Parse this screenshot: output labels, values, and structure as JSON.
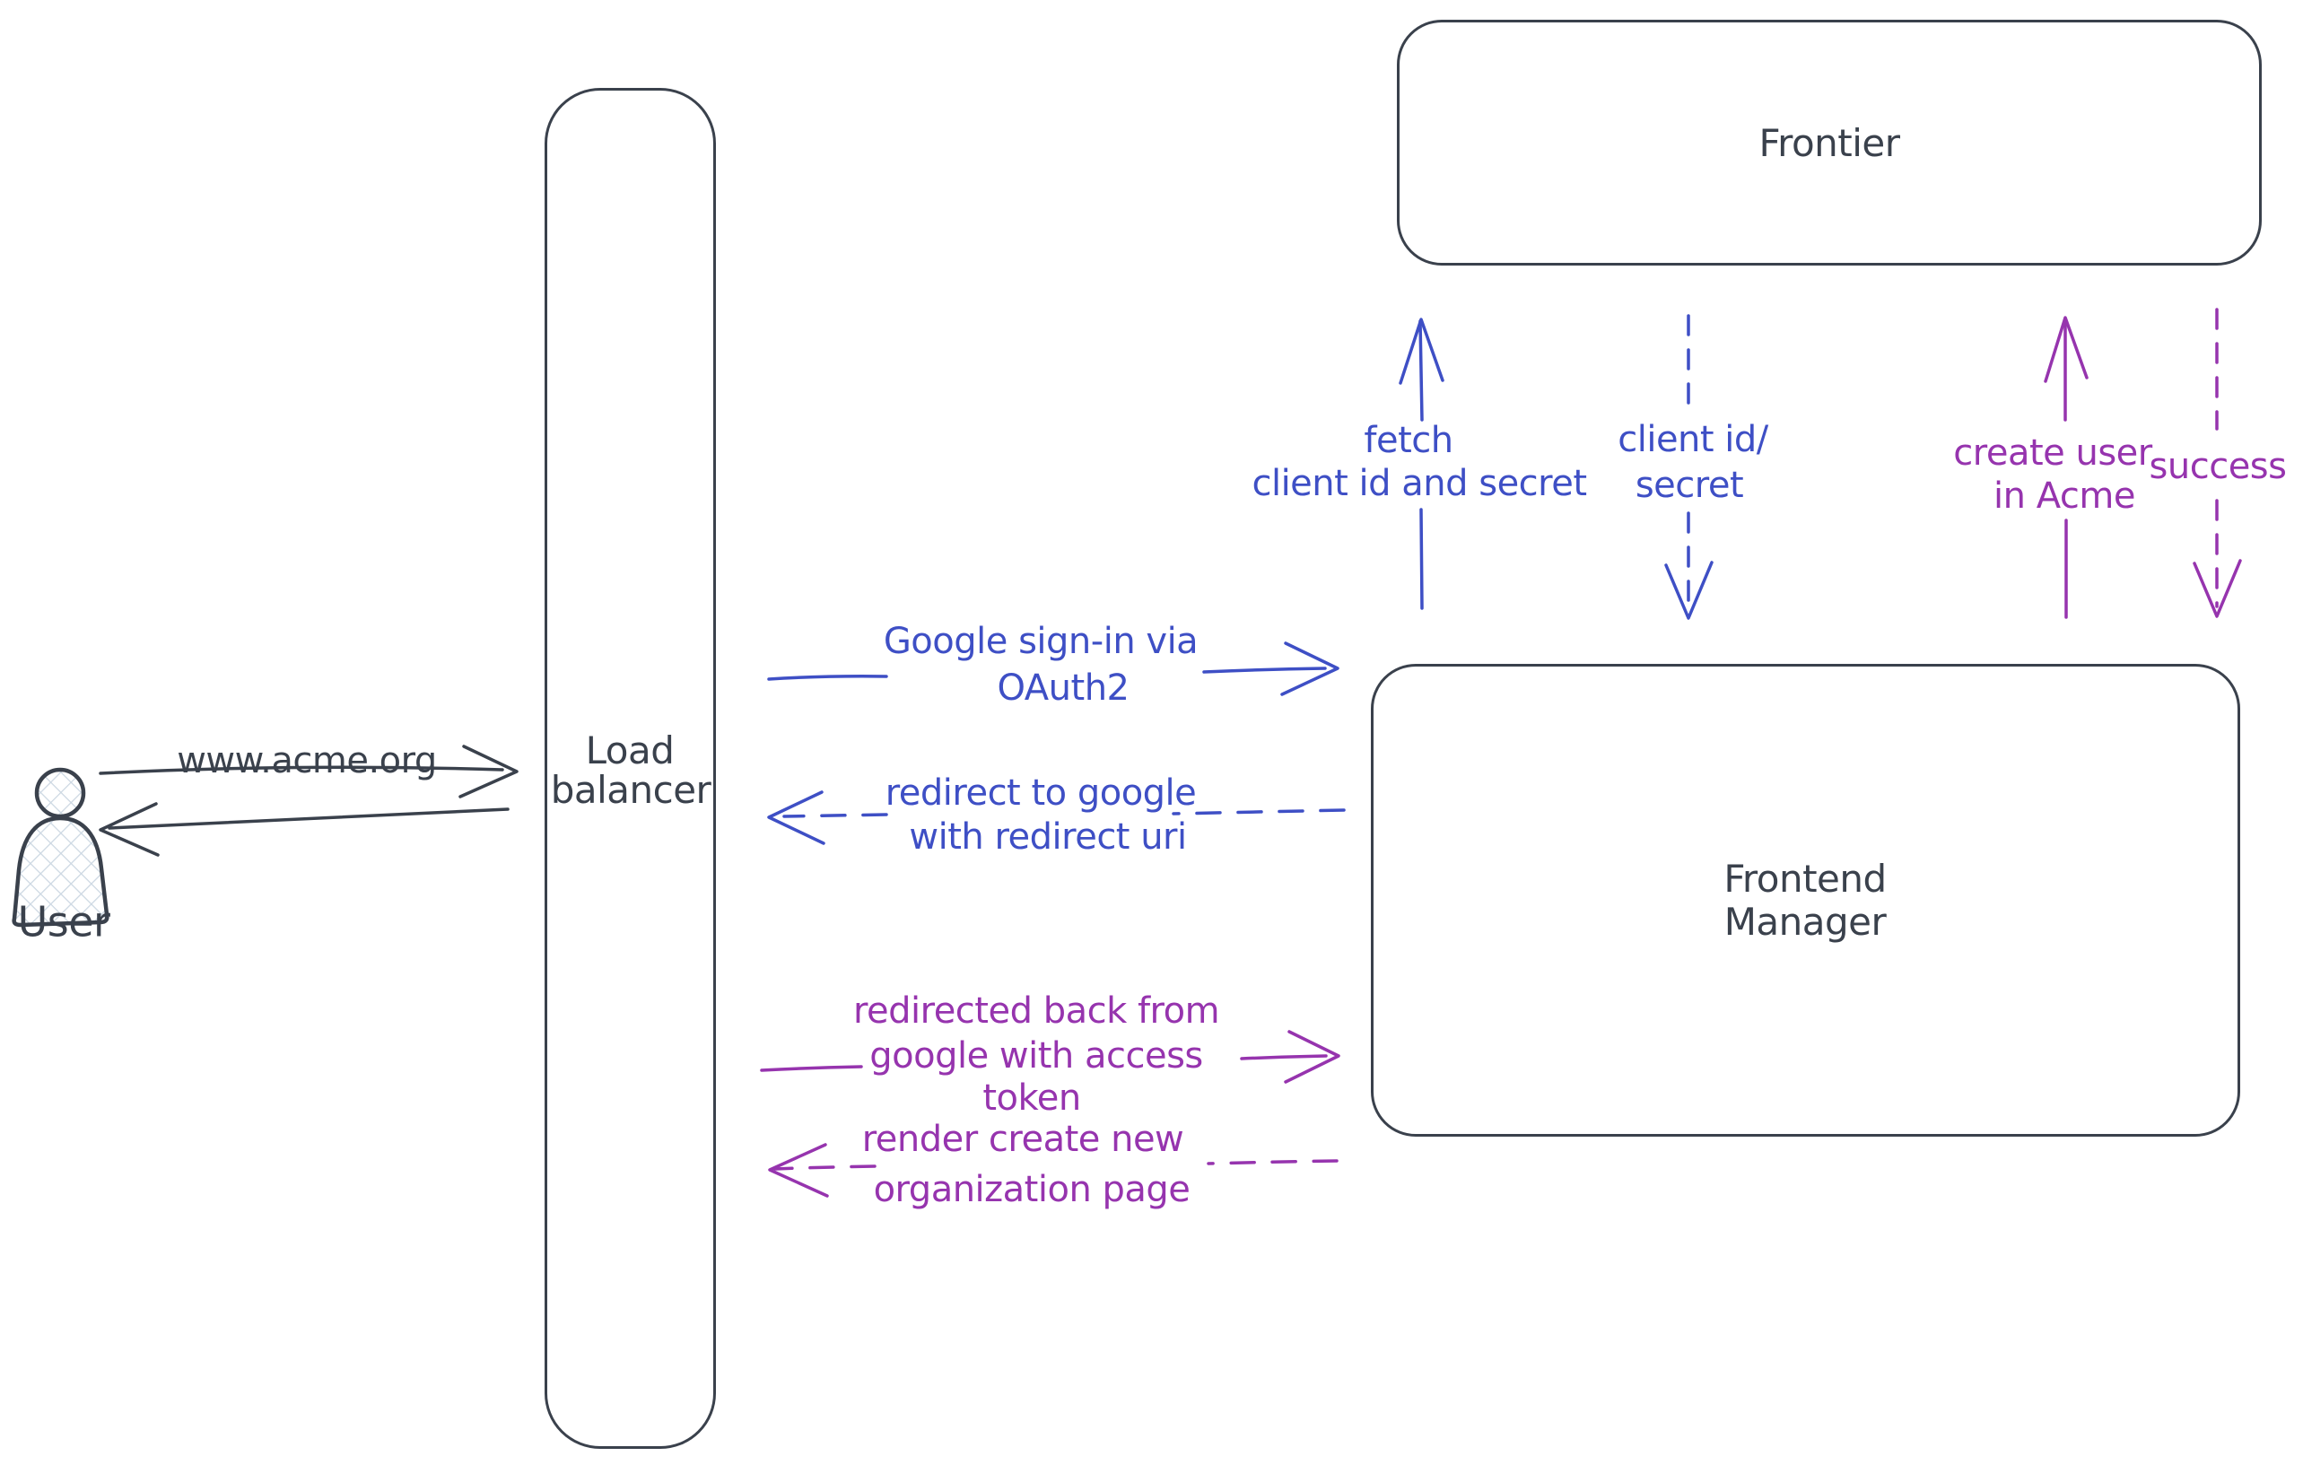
{
  "colors": {
    "ink": "#3a414c",
    "blue": "#3e4fc5",
    "purple": "#9634ae",
    "hatch": "#ccd7e2",
    "background": "#ffffff"
  },
  "nodes": {
    "user": {
      "label": "User",
      "type": "actor"
    },
    "load_balancer": {
      "label_line1": "Load",
      "label_line2": "balancer",
      "shape": "rounded-rectangle"
    },
    "frontier": {
      "label": "Frontier",
      "shape": "rounded-rectangle"
    },
    "frontend_manager": {
      "label_line1": "Frontend",
      "label_line2": "Manager",
      "shape": "rounded-rectangle"
    }
  },
  "edges": {
    "www_acme": {
      "label": "www.acme.org",
      "from": "user",
      "to": "load_balancer",
      "style": "solid",
      "color": "ink"
    },
    "lb_response": {
      "label": "",
      "from": "load_balancer",
      "to": "user",
      "style": "solid",
      "color": "ink"
    },
    "google_signin": {
      "label_line1": "Google sign-in via",
      "label_line2": "OAuth2",
      "from": "load_balancer",
      "to": "frontend_manager",
      "style": "solid",
      "color": "blue"
    },
    "redirect_to_google": {
      "label_line1": "redirect to google",
      "label_line2": "with redirect uri",
      "from": "frontend_manager",
      "to": "load_balancer",
      "style": "dashed",
      "color": "blue"
    },
    "redirected_back": {
      "label_line1": "redirected back from",
      "label_line2": "google with access",
      "label_line3": "token",
      "from": "load_balancer",
      "to": "frontend_manager",
      "style": "solid",
      "color": "purple"
    },
    "render_org_page": {
      "label_line1": "render create new",
      "label_line2": "organization page",
      "from": "frontend_manager",
      "to": "load_balancer",
      "style": "dashed",
      "color": "purple"
    },
    "fetch_creds": {
      "label_line1": "fetch",
      "label_line2": "client id and secret",
      "from": "frontend_manager",
      "to": "frontier",
      "style": "solid",
      "color": "blue"
    },
    "client_id_secret": {
      "label_line1": "client id/",
      "label_line2": "secret",
      "from": "frontier",
      "to": "frontend_manager",
      "style": "dashed",
      "color": "blue"
    },
    "create_user": {
      "label_line1": "create user",
      "label_line2": "in Acme",
      "from": "frontend_manager",
      "to": "frontier",
      "style": "solid",
      "color": "purple"
    },
    "success": {
      "label": "success",
      "from": "frontier",
      "to": "frontend_manager",
      "style": "dashed",
      "color": "purple"
    }
  }
}
